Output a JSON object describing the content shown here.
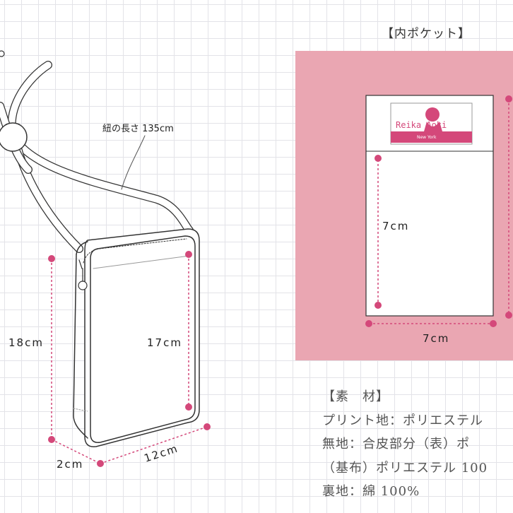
{
  "pocket": {
    "title": "【内ポケット】",
    "logo_name": "Reika Aoki",
    "logo_sub": "New York",
    "height_label": "7cm",
    "width_label": "7cm"
  },
  "bag": {
    "strap_label": "紐の長さ 135cm",
    "height_outer_label": "18cm",
    "height_inner_label": "17cm",
    "depth_label": "2cm",
    "width_label": "12cm"
  },
  "material": {
    "heading": "【素　材】",
    "lines": [
      "プリント地：ポリエステル",
      "無地：合皮部分（表）ポ",
      "（基布）ポリエステル 100",
      "裏地：綿 100%"
    ]
  },
  "colors": {
    "accent_pink": "#d4487a",
    "panel_pink": "#eaa6b2",
    "outline": "#333333"
  }
}
